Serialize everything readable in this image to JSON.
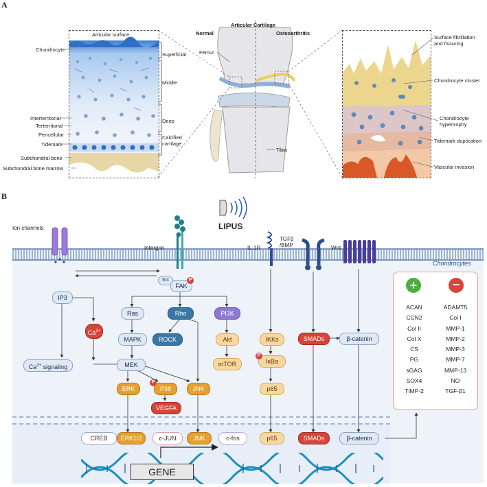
{
  "panels": {
    "a": "A",
    "b": "B"
  },
  "panel_a": {
    "left_labels": {
      "articular_surface": "Articular surface",
      "chondrocyte": "Chondrocyte",
      "interterritorial": "Interterritorial",
      "territorial": "Terterritorial",
      "pericellular": "Pericellular",
      "tidemark": "Tidemark",
      "subchondral_bone": "Subchondral bone",
      "subchondral_marrow": "Subchondral bone marrow"
    },
    "zones": {
      "superficial": "Superficial",
      "middle": "Middle",
      "deep": "Deep",
      "calcified": "Calcified\ncartilage"
    },
    "knee": {
      "normal": "Normal",
      "articular_cartilage": "Articular Cartilage",
      "osteoarthritis": "Osteoarthritis",
      "femur": "Femur",
      "tibia": "Tibia"
    },
    "right_labels": {
      "fibrillation": "Surface fibrillation\nand fissuring",
      "cluster": "Chondrocyte cluster",
      "hypertrophy": "Chondrocyte\nhypertrophy",
      "tidemark_dup": "Tidemark duplication",
      "vascular": "Vascular invasion"
    }
  },
  "panel_b": {
    "lipus": "LIPUS",
    "chondrocytes": "Chondrocytes",
    "receptors": {
      "ion_channels": "Ion channels",
      "integrin": "Intergrin",
      "il1r": "IL-1R",
      "tgfb": "TGFβ\n/BMP",
      "wnt": "Wnt"
    },
    "nodes": {
      "src": "Src",
      "fak": "FAK",
      "p": "P",
      "ip3": "IP3",
      "ca": "Ca",
      "ca_sup": "2+",
      "ca_signaling": "Ca",
      "ca_signaling_rest": " signaling",
      "ras": "Ras",
      "rho": "Rho",
      "pi3k": "PI3K",
      "mapk": "MAPK",
      "rock": "ROCK",
      "akt": "Akt",
      "mtor": "mTOR",
      "mek": "MEK",
      "erk": "ERK",
      "p38": "P38",
      "jnk": "JNK",
      "vegfa": "VEGFA",
      "ikks": "IKKs",
      "ikba": "IκBα",
      "p65": "p65",
      "smads": "SMADs",
      "bcatenin": "β-catenin"
    },
    "nucleus_row": [
      "CREB",
      "ERK1/2",
      "c-JUN",
      "JNK",
      "c-fos",
      "p65",
      "SMADs",
      "β-catenin"
    ],
    "gene": "GENE",
    "legend": {
      "up_symbol": "+",
      "down_symbol": "−",
      "up": [
        "ACAN",
        "CCN2",
        "Col II",
        "Col X",
        "CS",
        "PG",
        "sGAG",
        "SOX4",
        "TIMP-2"
      ],
      "down": [
        "ADAMT5",
        "Col I",
        "MMP-1",
        "MMP-2",
        "MMP-3",
        "MMP-7",
        "MMP-13",
        "NO",
        "TGF-β1"
      ]
    }
  },
  "colors": {
    "membrane": "#8aa2c2",
    "cell_bg": "#eef3fa",
    "green": "#4caf3d",
    "red": "#d8433a"
  }
}
